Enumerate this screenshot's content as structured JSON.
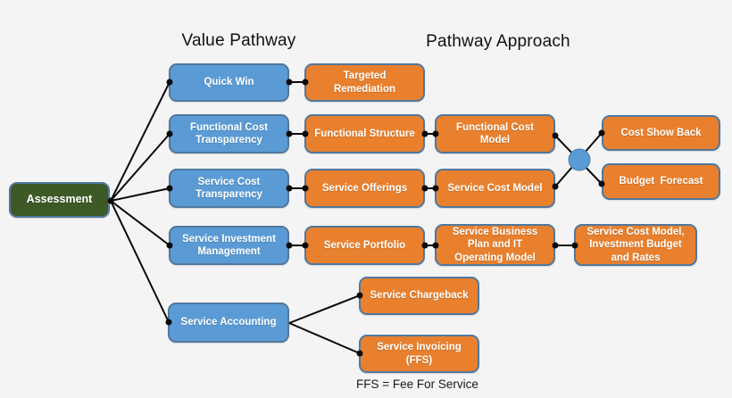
{
  "headings": {
    "value_pathway": "Value Pathway",
    "pathway_approach": "Pathway Approach"
  },
  "caption": "FFS = Fee For Service",
  "colors": {
    "blue": "#5B9BD5",
    "orange": "#E8802E",
    "green": "#3D5A26",
    "border": "#50789E",
    "line": "#0A0A0A",
    "background": "#F4F4F5"
  },
  "nodes": {
    "assessment": {
      "label": "Assessment"
    },
    "quick_win": {
      "label": "Quick Win"
    },
    "functional_cost_transparency": {
      "label": "Functional Cost\nTransparency"
    },
    "service_cost_transparency": {
      "label": "Service Cost\nTransparency"
    },
    "service_investment_management": {
      "label": "Service Investment\nManagement"
    },
    "service_accounting": {
      "label": "Service Accounting"
    },
    "targeted_remediation": {
      "label": "Targeted\nRemediation"
    },
    "functional_structure": {
      "label": "Functional Structure"
    },
    "service_offerings": {
      "label": "Service Offerings"
    },
    "service_portfolio": {
      "label": "Service Portfolio"
    },
    "functional_cost_model": {
      "label": "Functional Cost\nModel"
    },
    "service_cost_model": {
      "label": "Service Cost Model"
    },
    "service_business_plan": {
      "label": "Service Business\nPlan and IT\nOperating Model"
    },
    "cost_show_back": {
      "label": "Cost Show Back"
    },
    "budget_forecast": {
      "label": "Budget  Forecast"
    },
    "scm_investment_budget": {
      "label": "Service Cost Model,\nInvestment Budget\nand Rates"
    },
    "service_chargeback": {
      "label": "Service Chargeback"
    },
    "service_invoicing": {
      "label": "Service Invoicing\n(FFS)"
    }
  }
}
